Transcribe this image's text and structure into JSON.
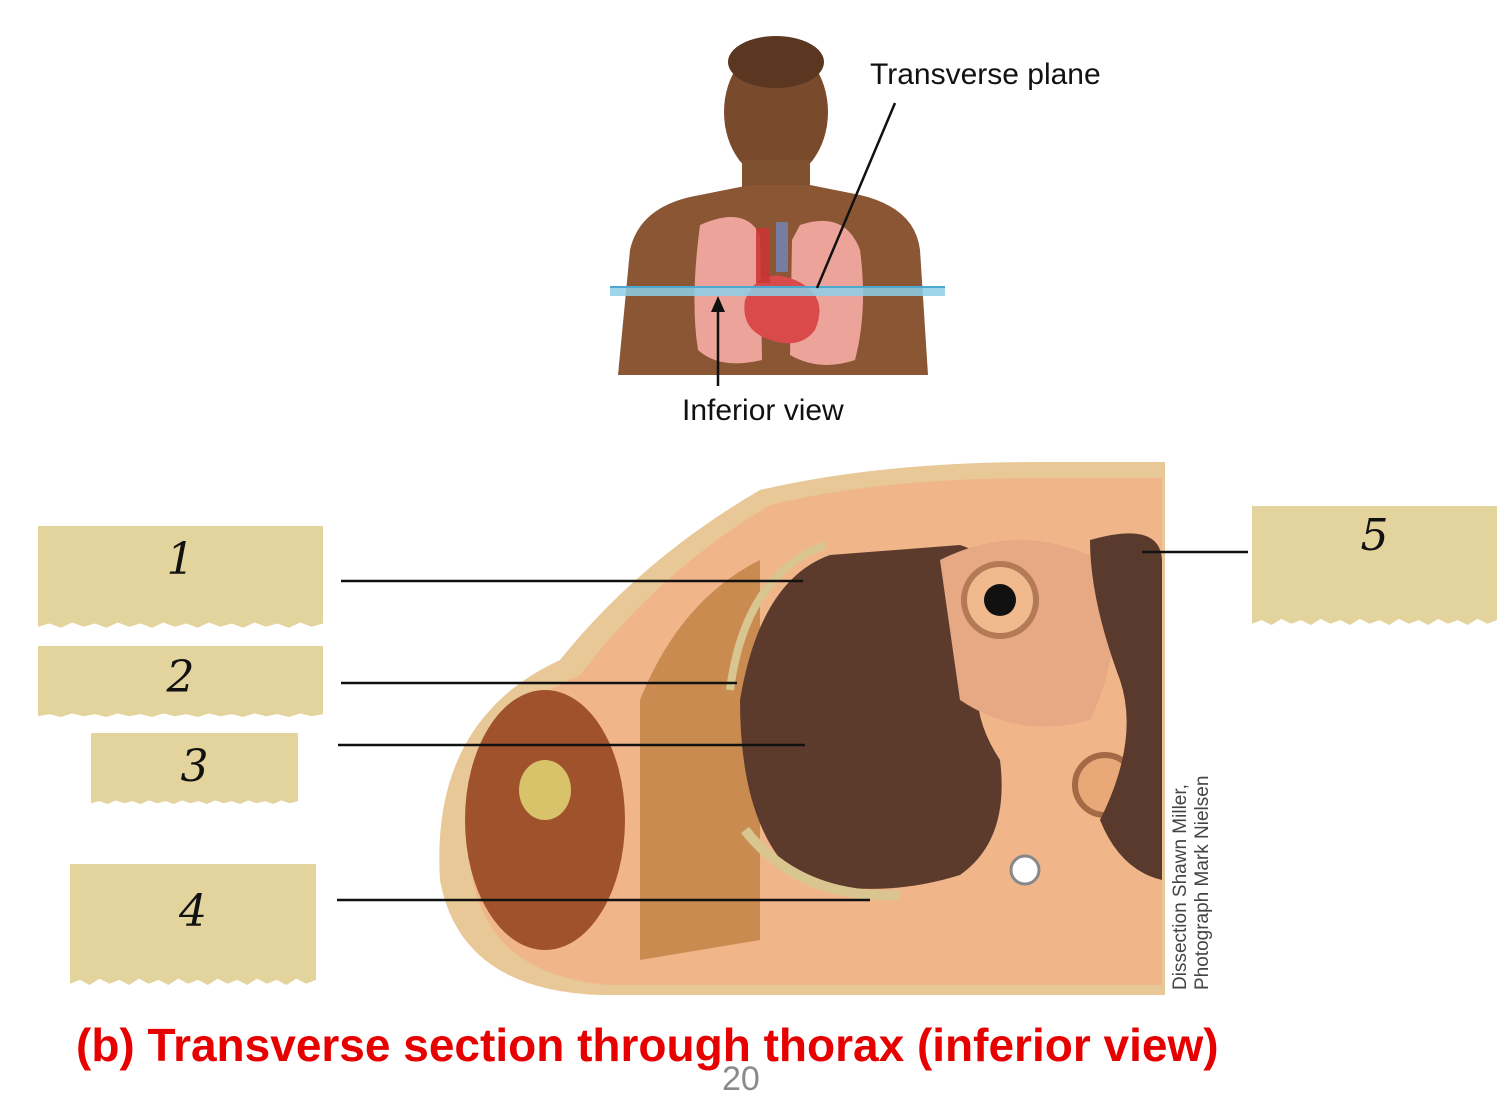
{
  "orientation": {
    "plane_label": "Transverse plane",
    "view_label": "Inferior view"
  },
  "callouts": [
    {
      "number": "1"
    },
    {
      "number": "2"
    },
    {
      "number": "3"
    },
    {
      "number": "4"
    },
    {
      "number": "5"
    }
  ],
  "credit": {
    "line1": "Dissection Shawn Miller,",
    "line2": "Photograph Mark Nielsen"
  },
  "caption": "(b) Transverse section through thorax (inferior view)",
  "page_number": "20",
  "colors": {
    "caption": "#e60000",
    "callout_fill": "#e3d39d",
    "plane": "#8ccfe8"
  }
}
